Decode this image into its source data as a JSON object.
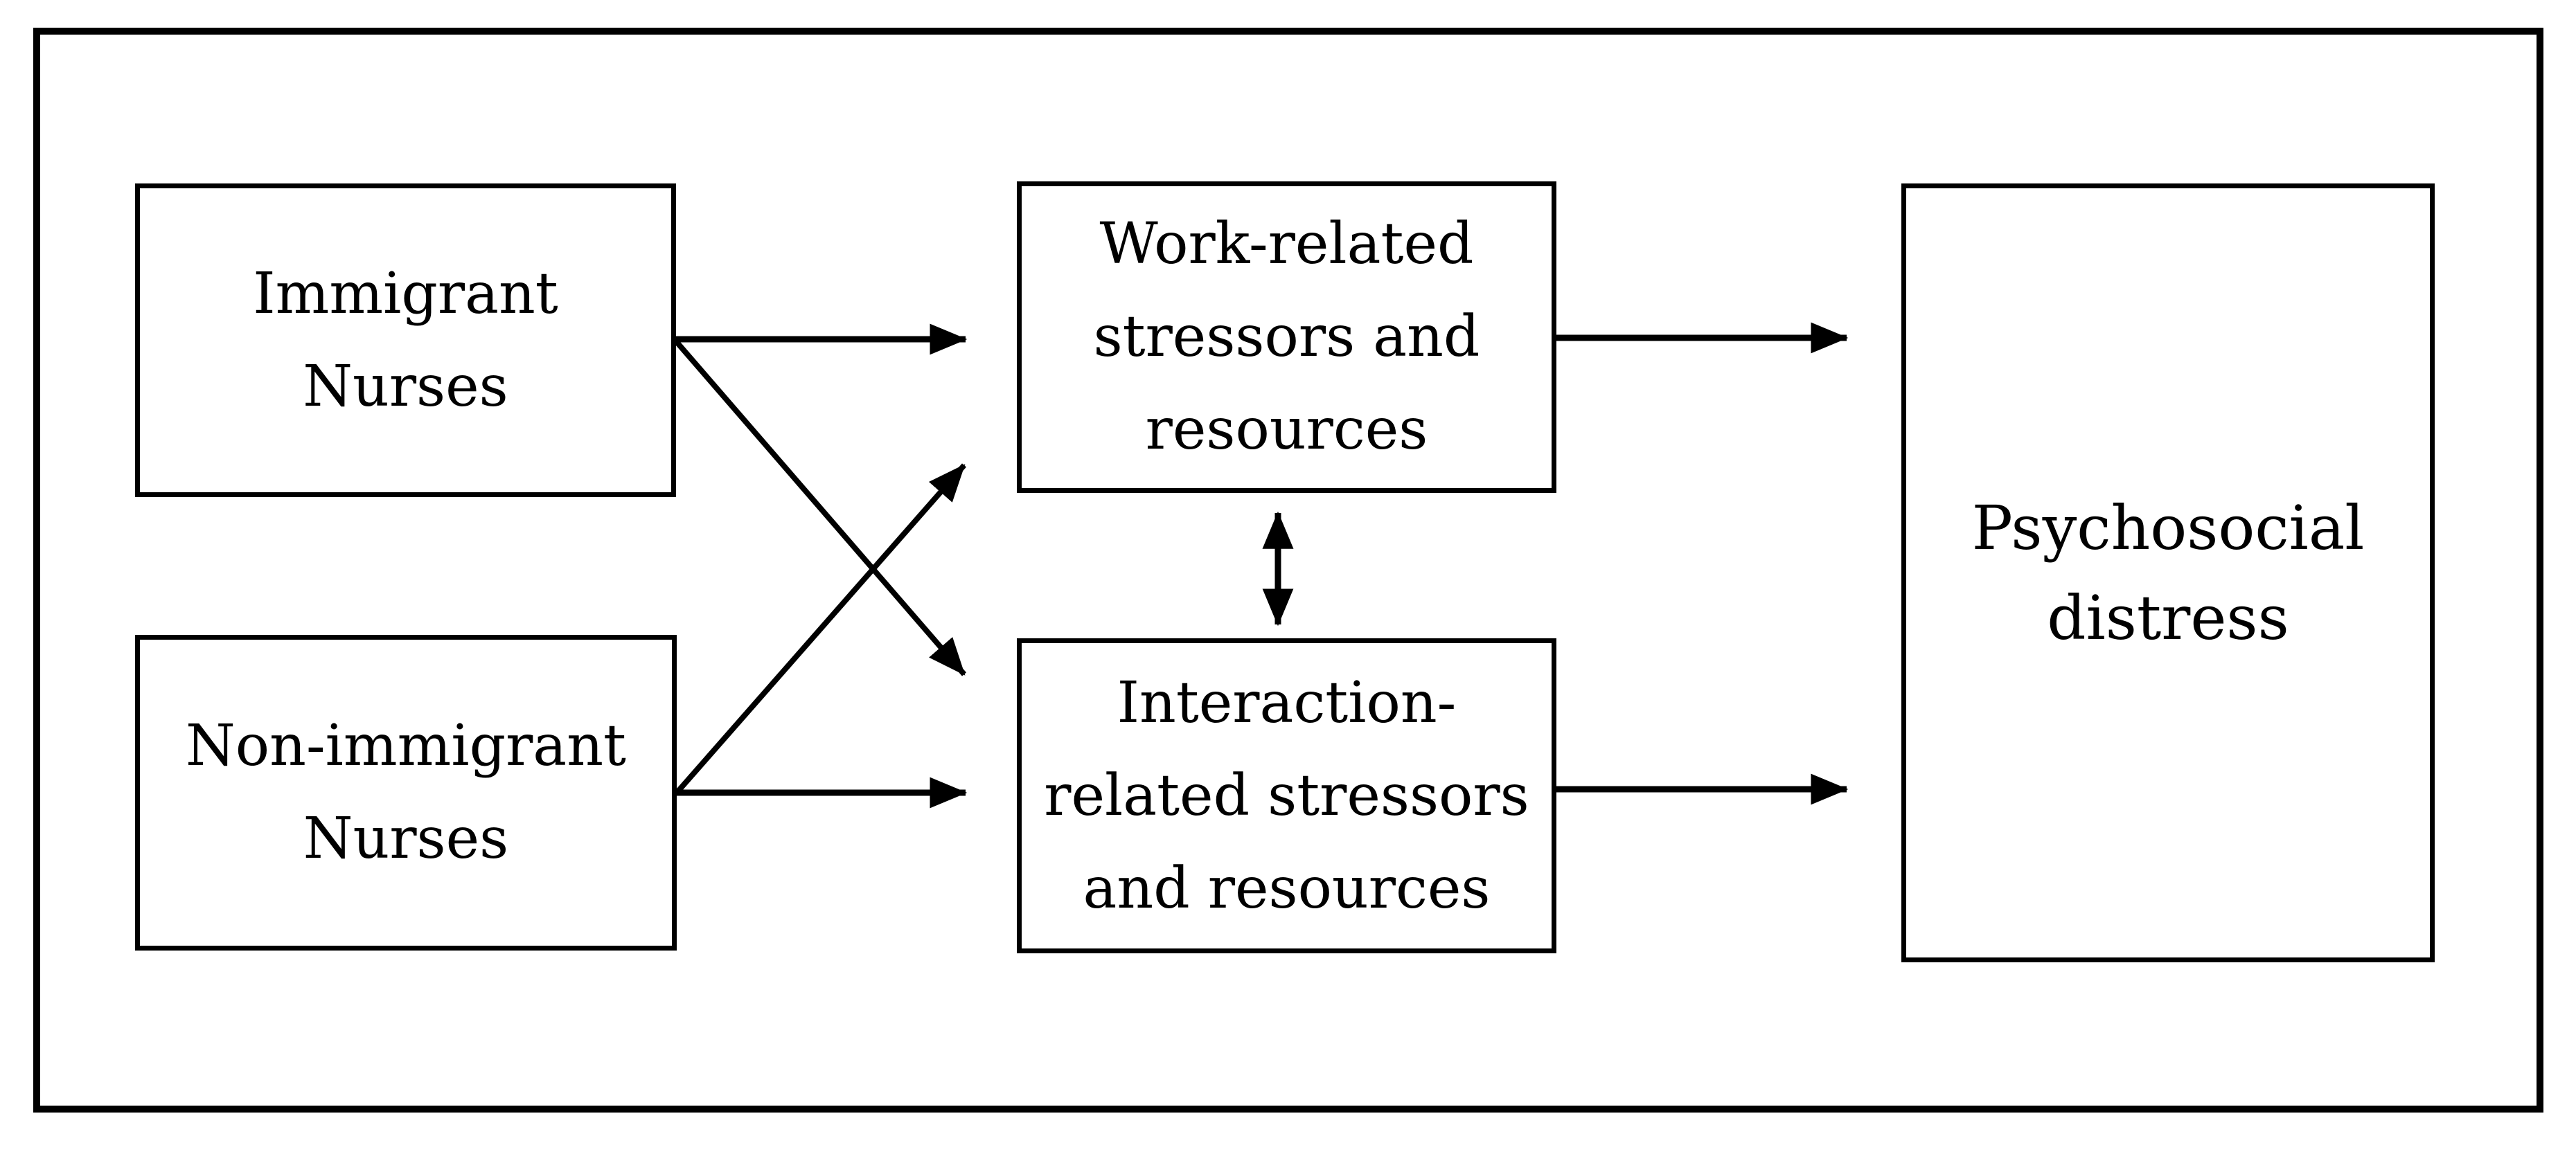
{
  "figure": {
    "type": "flow-diagram",
    "colors": {
      "ink": "#000000",
      "paper": "#ffffff"
    },
    "nodes": [
      {
        "id": "immigrant-nurses",
        "label": "Immigrant Nurses",
        "lines": [
          "Immigrant",
          "Nurses"
        ]
      },
      {
        "id": "non-immigrant-nurses",
        "label": "Non-immigrant Nurses",
        "lines": [
          "Non-immigrant",
          "Nurses"
        ]
      },
      {
        "id": "work-related",
        "label": "Work-related stressors and resources",
        "lines": [
          "Work-related",
          "stressors and",
          "resources"
        ]
      },
      {
        "id": "interaction-related",
        "label": "Interaction-related stressors and resources",
        "lines": [
          "Interaction-",
          "related stressors",
          "and resources"
        ]
      },
      {
        "id": "psychosocial-distress",
        "label": "Psychosocial distress",
        "lines": [
          "Psychosocial",
          "distress"
        ]
      }
    ],
    "edges": [
      {
        "from": "immigrant-nurses",
        "to": "work-related",
        "style": "single-arrow"
      },
      {
        "from": "immigrant-nurses",
        "to": "interaction-related",
        "style": "single-arrow"
      },
      {
        "from": "non-immigrant-nurses",
        "to": "work-related",
        "style": "single-arrow"
      },
      {
        "from": "non-immigrant-nurses",
        "to": "interaction-related",
        "style": "single-arrow"
      },
      {
        "from": "work-related",
        "to": "interaction-related",
        "style": "double-arrow"
      },
      {
        "from": "work-related",
        "to": "psychosocial-distress",
        "style": "single-arrow"
      },
      {
        "from": "interaction-related",
        "to": "psychosocial-distress",
        "style": "single-arrow"
      }
    ]
  }
}
